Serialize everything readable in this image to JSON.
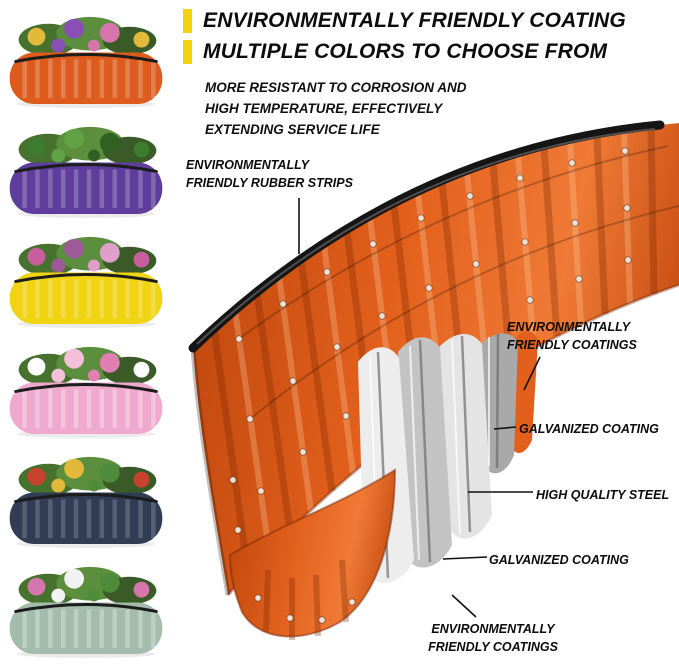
{
  "header": {
    "accent_color": "#F5D30B",
    "title_line1": "ENVIRONMENTALLY FRIENDLY COATING",
    "title_line2": "MULTIPLE COLORS TO CHOOSE FROM",
    "description_line1": "MORE RESISTANT TO CORROSION AND",
    "description_line2": "HIGH TEMPERATURE, EFFECTIVELY",
    "description_line3": "EXTENDING SERVICE LIFE"
  },
  "callouts": {
    "rubber_strips_line1": "ENVIRONMENTALLY",
    "rubber_strips_line2": "FRIENDLY RUBBER STRIPS",
    "coatings_top_line1": "ENVIRONMENTALLY",
    "coatings_top_line2": "FRIENDLY COATINGS",
    "galvanized_top_label": "GALVANIZED COATING",
    "steel_label": "HIGH QUALITY STEEL",
    "galvanized_bottom_label": "GALVANIZED COATING",
    "coatings_bottom_line1": "ENVIRONMENTALLY",
    "coatings_bottom_line2": "FRIENDLY COATINGS"
  },
  "product": {
    "body_color_dark": "#C2490F",
    "body_color": "#E2601C",
    "body_color_light": "#EF7A35",
    "rubber_strip_color": "#151515",
    "steel_light": "#E4E4E4",
    "steel_mid": "#C3C3C3",
    "steel_dark": "#A9A9A9"
  },
  "color_options": [
    {
      "id": "orange",
      "bed_color": "#DD5B1D",
      "plant_colors": [
        "#E3B93C",
        "#8A4FB5",
        "#D674AC"
      ]
    },
    {
      "id": "purple",
      "bed_color": "#5F3D9C",
      "plant_colors": [
        "#3F7D2E",
        "#61A344",
        "#2E6122"
      ]
    },
    {
      "id": "yellow",
      "bed_color": "#F0D312",
      "plant_colors": [
        "#C75F9F",
        "#9C5A96",
        "#E09ECB"
      ]
    },
    {
      "id": "pink",
      "bed_color": "#EFA9CE",
      "plant_colors": [
        "#FFFFFF",
        "#F3BFD9",
        "#E17FB2"
      ]
    },
    {
      "id": "navy",
      "bed_color": "#313D55",
      "plant_colors": [
        "#C8432E",
        "#E3B93C",
        "#4E8C3B"
      ]
    },
    {
      "id": "sage",
      "bed_color": "#A3BCAB",
      "plant_colors": [
        "#D674AC",
        "#F2F2F2",
        "#4E8C3B"
      ]
    }
  ]
}
